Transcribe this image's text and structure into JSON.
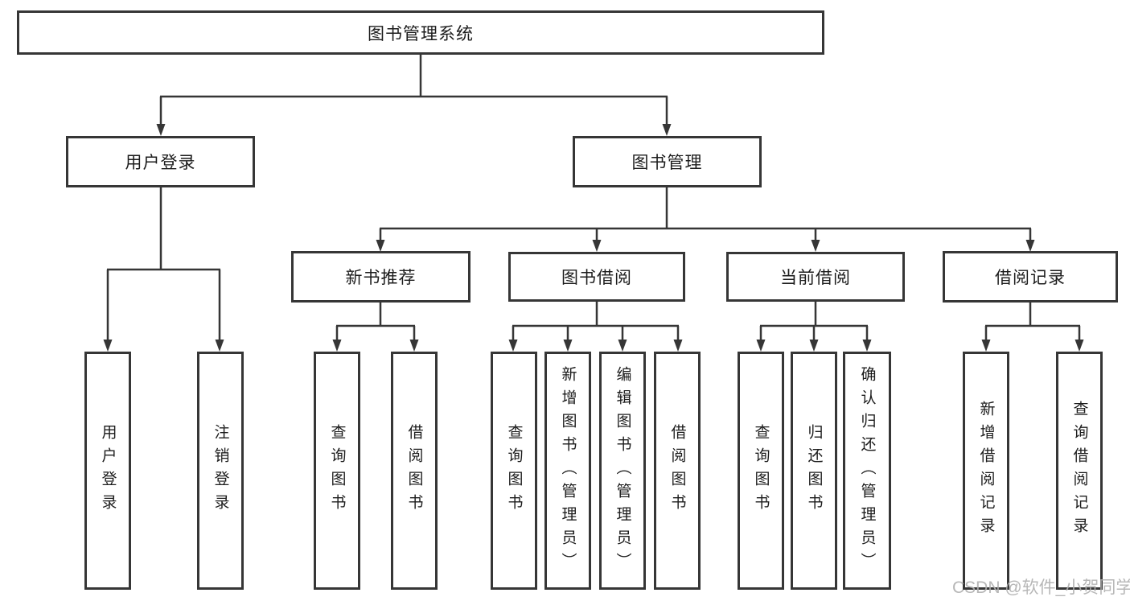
{
  "diagram": {
    "title": "图书管理系统",
    "root": {
      "label": "图书管理系统"
    },
    "level2": [
      {
        "id": "user-login",
        "label": "用户登录"
      },
      {
        "id": "book-management",
        "label": "图书管理"
      }
    ],
    "level3": [
      {
        "id": "new-book-recommend",
        "label": "新书推荐",
        "parent": "book-management"
      },
      {
        "id": "book-borrowing",
        "label": "图书借阅",
        "parent": "book-management"
      },
      {
        "id": "current-borrowing",
        "label": "当前借阅",
        "parent": "book-management"
      },
      {
        "id": "borrowing-records",
        "label": "借阅记录",
        "parent": "book-management"
      }
    ],
    "leaves": [
      {
        "label": "用户登录",
        "parent": "user-login"
      },
      {
        "label": "注销登录",
        "parent": "user-login"
      },
      {
        "label": "查询图书",
        "parent": "new-book-recommend"
      },
      {
        "label": "借阅图书",
        "parent": "new-book-recommend"
      },
      {
        "label": "查询图书",
        "parent": "book-borrowing"
      },
      {
        "label": "新增图书（管理员）",
        "parent": "book-borrowing"
      },
      {
        "label": "编辑图书（管理员）",
        "parent": "book-borrowing"
      },
      {
        "label": "借阅图书",
        "parent": "book-borrowing"
      },
      {
        "label": "查询图书",
        "parent": "current-borrowing"
      },
      {
        "label": "归还图书",
        "parent": "current-borrowing"
      },
      {
        "label": "确认归还（管理员）",
        "parent": "current-borrowing"
      },
      {
        "label": "新增借阅记录",
        "parent": "borrowing-records"
      },
      {
        "label": "查询借阅记录",
        "parent": "borrowing-records"
      }
    ]
  },
  "watermark": {
    "text": "CSDN @软件_小贺同学"
  },
  "colors": {
    "line": "#363636",
    "box_border": "#363636",
    "text": "#1c1c1c",
    "watermark": "#afafaf",
    "background": "#ffffff"
  }
}
